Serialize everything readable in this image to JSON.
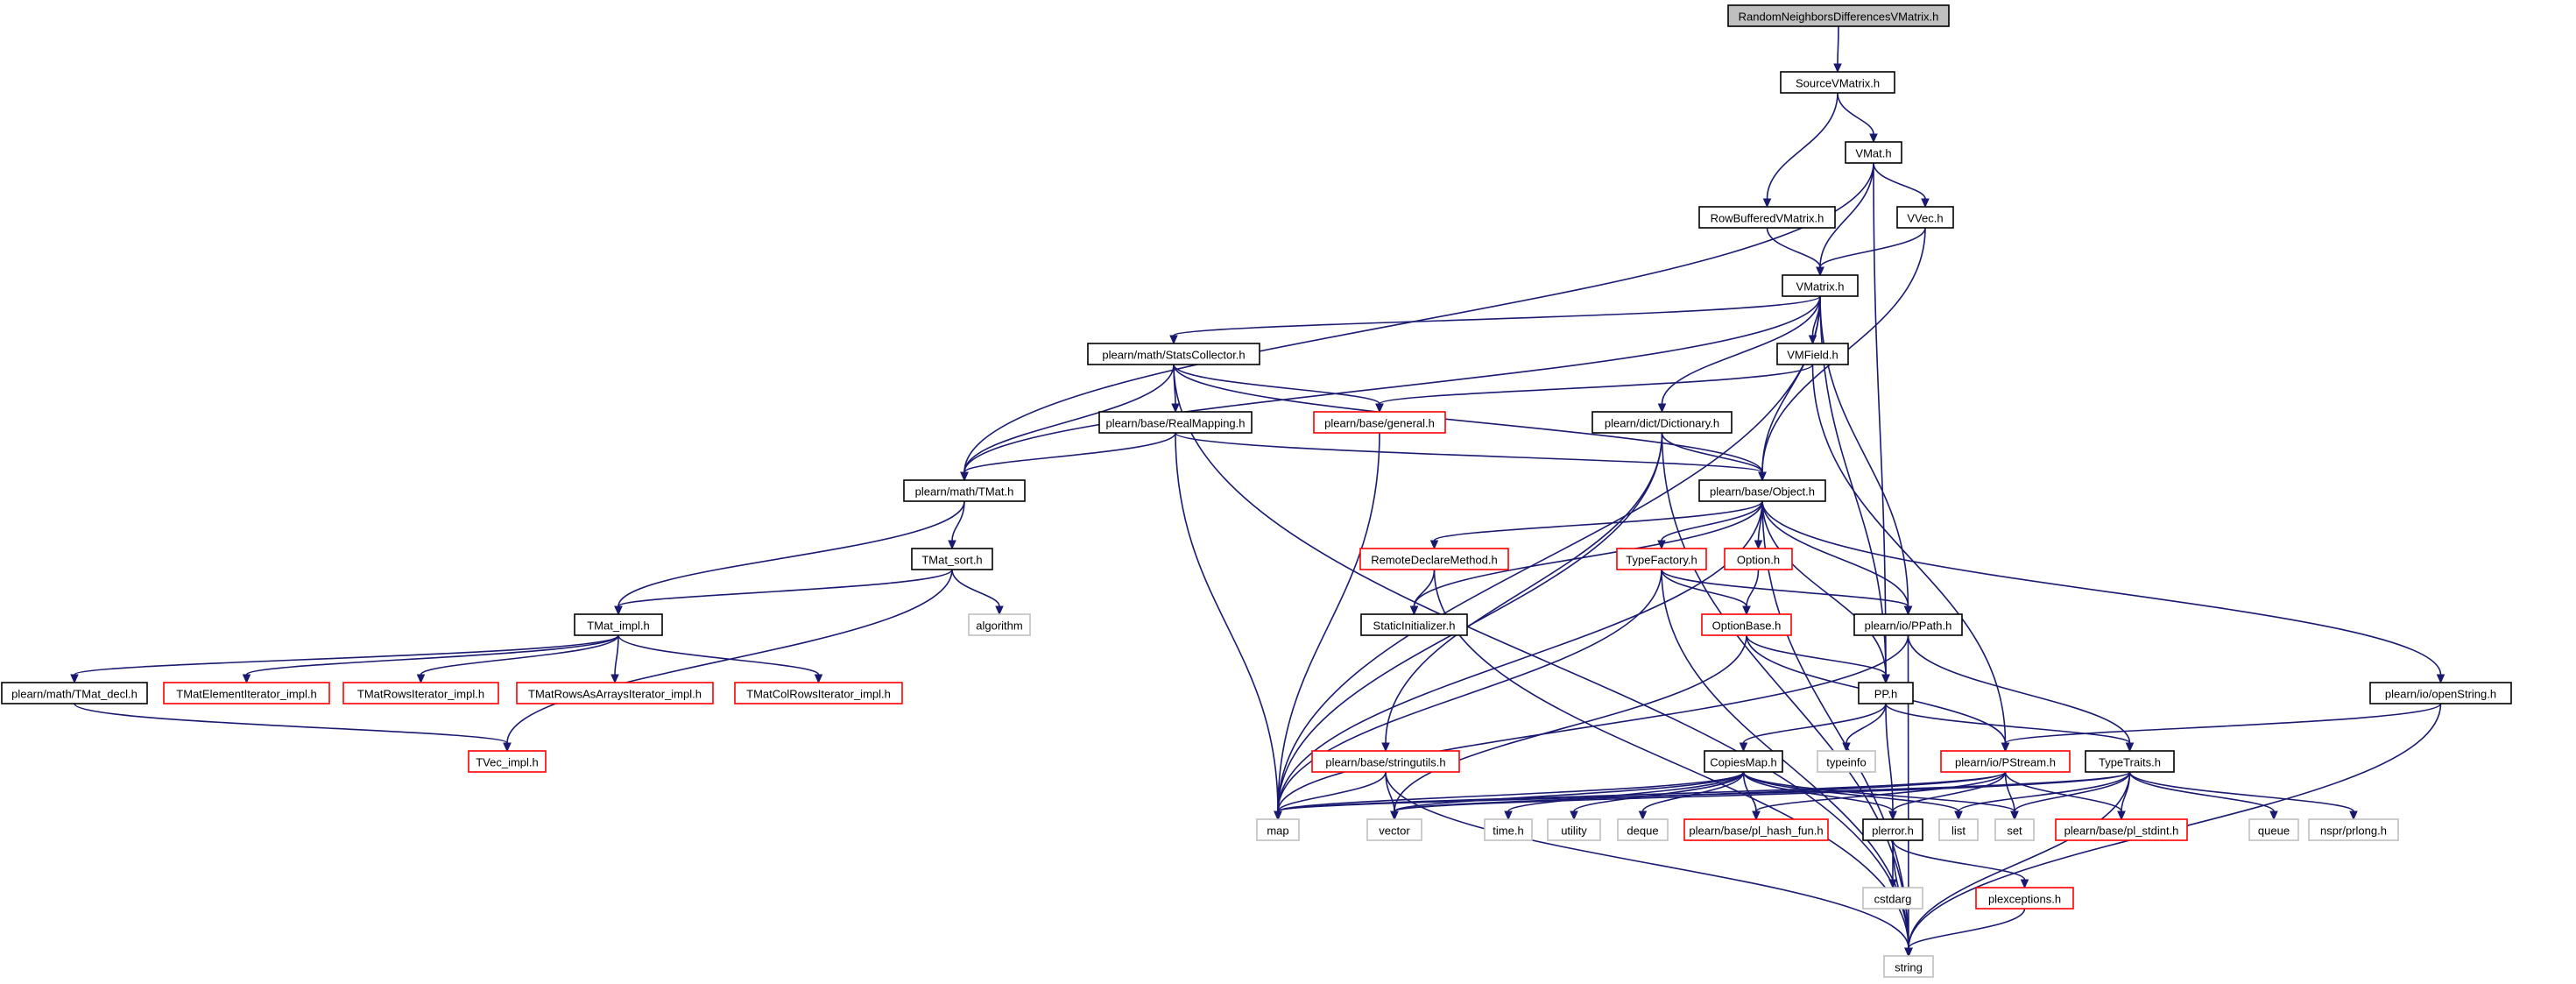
{
  "colors": {
    "edge": "#191970",
    "root_fill": "#bfbfbf",
    "documented_border": "#000000",
    "truncated_border": "#ff0000",
    "external_border": "#bfbfbf",
    "background": "#ffffff"
  },
  "nodes": [
    {
      "id": "root",
      "label": "RandomNeighborsDifferencesVMatrix.h",
      "kind": "root"
    },
    {
      "id": "sourcevmatrix",
      "label": "SourceVMatrix.h",
      "kind": "black"
    },
    {
      "id": "vmat",
      "label": "VMat.h",
      "kind": "black"
    },
    {
      "id": "rowbuffered",
      "label": "RowBufferedVMatrix.h",
      "kind": "black"
    },
    {
      "id": "vvec",
      "label": "VVec.h",
      "kind": "black"
    },
    {
      "id": "vmatrix",
      "label": "VMatrix.h",
      "kind": "black"
    },
    {
      "id": "statscollector",
      "label": "plearn/math/StatsCollector.h",
      "kind": "black"
    },
    {
      "id": "vmfield",
      "label": "VMField.h",
      "kind": "black"
    },
    {
      "id": "realmapping",
      "label": "plearn/base/RealMapping.h",
      "kind": "black"
    },
    {
      "id": "general",
      "label": "plearn/base/general.h",
      "kind": "red"
    },
    {
      "id": "dictionary",
      "label": "plearn/dict/Dictionary.h",
      "kind": "black"
    },
    {
      "id": "tmat",
      "label": "plearn/math/TMat.h",
      "kind": "black"
    },
    {
      "id": "object",
      "label": "plearn/base/Object.h",
      "kind": "black"
    },
    {
      "id": "tmatsort",
      "label": "TMat_sort.h",
      "kind": "black"
    },
    {
      "id": "algorithm",
      "label": "algorithm",
      "kind": "gray"
    },
    {
      "id": "tmatimpl",
      "label": "TMat_impl.h",
      "kind": "black"
    },
    {
      "id": "tmatdecl",
      "label": "plearn/math/TMat_decl.h",
      "kind": "black"
    },
    {
      "id": "tmatelemit",
      "label": "TMatElementIterator_impl.h",
      "kind": "red"
    },
    {
      "id": "tmatrowsit",
      "label": "TMatRowsIterator_impl.h",
      "kind": "red"
    },
    {
      "id": "tmatrowsarr",
      "label": "TMatRowsAsArraysIterator_impl.h",
      "kind": "red"
    },
    {
      "id": "tmatcolrows",
      "label": "TMatColRowsIterator_impl.h",
      "kind": "red"
    },
    {
      "id": "tvecimpl",
      "label": "TVec_impl.h",
      "kind": "red"
    },
    {
      "id": "remotedeclare",
      "label": "RemoteDeclareMethod.h",
      "kind": "red"
    },
    {
      "id": "typefactory",
      "label": "TypeFactory.h",
      "kind": "red"
    },
    {
      "id": "option",
      "label": "Option.h",
      "kind": "red"
    },
    {
      "id": "staticinit",
      "label": "StaticInitializer.h",
      "kind": "black"
    },
    {
      "id": "optionbase",
      "label": "OptionBase.h",
      "kind": "red"
    },
    {
      "id": "ppath",
      "label": "plearn/io/PPath.h",
      "kind": "black"
    },
    {
      "id": "openstring",
      "label": "plearn/io/openString.h",
      "kind": "black"
    },
    {
      "id": "pp",
      "label": "PP.h",
      "kind": "black"
    },
    {
      "id": "stringutils",
      "label": "plearn/base/stringutils.h",
      "kind": "red"
    },
    {
      "id": "copiesmap",
      "label": "CopiesMap.h",
      "kind": "black"
    },
    {
      "id": "typeinfo",
      "label": "typeinfo",
      "kind": "gray"
    },
    {
      "id": "pstream",
      "label": "plearn/io/PStream.h",
      "kind": "red"
    },
    {
      "id": "typetraits",
      "label": "TypeTraits.h",
      "kind": "black"
    },
    {
      "id": "map",
      "label": "map",
      "kind": "gray"
    },
    {
      "id": "vector",
      "label": "vector",
      "kind": "gray"
    },
    {
      "id": "timeh",
      "label": "time.h",
      "kind": "gray"
    },
    {
      "id": "utility",
      "label": "utility",
      "kind": "gray"
    },
    {
      "id": "deque",
      "label": "deque",
      "kind": "gray"
    },
    {
      "id": "hashfun",
      "label": "plearn/base/pl_hash_fun.h",
      "kind": "red"
    },
    {
      "id": "plerror",
      "label": "plerror.h",
      "kind": "black"
    },
    {
      "id": "list",
      "label": "list",
      "kind": "gray"
    },
    {
      "id": "set",
      "label": "set",
      "kind": "gray"
    },
    {
      "id": "stdint",
      "label": "plearn/base/pl_stdint.h",
      "kind": "red"
    },
    {
      "id": "queue",
      "label": "queue",
      "kind": "gray"
    },
    {
      "id": "prlong",
      "label": "nspr/prlong.h",
      "kind": "gray"
    },
    {
      "id": "cstdarg",
      "label": "cstdarg",
      "kind": "gray"
    },
    {
      "id": "plexceptions",
      "label": "plexceptions.h",
      "kind": "red"
    },
    {
      "id": "string",
      "label": "string",
      "kind": "gray"
    }
  ],
  "edges": [
    [
      "root",
      "sourcevmatrix"
    ],
    [
      "sourcevmatrix",
      "vmat"
    ],
    [
      "sourcevmatrix",
      "rowbuffered"
    ],
    [
      "vmat",
      "vvec"
    ],
    [
      "vmat",
      "vmatrix"
    ],
    [
      "vmat",
      "tmat"
    ],
    [
      "vmat",
      "pp"
    ],
    [
      "rowbuffered",
      "vmatrix"
    ],
    [
      "vvec",
      "vmatrix"
    ],
    [
      "vvec",
      "object"
    ],
    [
      "vmatrix",
      "statscollector"
    ],
    [
      "vmatrix",
      "vmfield"
    ],
    [
      "vmatrix",
      "tmat"
    ],
    [
      "vmatrix",
      "dictionary"
    ],
    [
      "vmatrix",
      "object"
    ],
    [
      "vmatrix",
      "ppath"
    ],
    [
      "vmatrix",
      "pp"
    ],
    [
      "vmatrix",
      "map"
    ],
    [
      "statscollector",
      "realmapping"
    ],
    [
      "statscollector",
      "general"
    ],
    [
      "statscollector",
      "tmat"
    ],
    [
      "statscollector",
      "object"
    ],
    [
      "statscollector",
      "string"
    ],
    [
      "vmfield",
      "general"
    ],
    [
      "vmfield",
      "pstream"
    ],
    [
      "realmapping",
      "tmat"
    ],
    [
      "realmapping",
      "object"
    ],
    [
      "realmapping",
      "map"
    ],
    [
      "general",
      "map"
    ],
    [
      "dictionary",
      "object"
    ],
    [
      "dictionary",
      "map"
    ],
    [
      "dictionary",
      "stringutils"
    ],
    [
      "dictionary",
      "string"
    ],
    [
      "tmat",
      "tmatsort"
    ],
    [
      "tmat",
      "tmatimpl"
    ],
    [
      "tmatsort",
      "algorithm"
    ],
    [
      "tmatsort",
      "tmatimpl"
    ],
    [
      "tmatsort",
      "tvecimpl"
    ],
    [
      "tmatimpl",
      "tmatdecl"
    ],
    [
      "tmatimpl",
      "tmatelemit"
    ],
    [
      "tmatimpl",
      "tmatrowsit"
    ],
    [
      "tmatimpl",
      "tmatrowsarr"
    ],
    [
      "tmatimpl",
      "tmatcolrows"
    ],
    [
      "tmatdecl",
      "tvecimpl"
    ],
    [
      "object",
      "remotedeclare"
    ],
    [
      "object",
      "typefactory"
    ],
    [
      "object",
      "option"
    ],
    [
      "object",
      "staticinit"
    ],
    [
      "object",
      "ppath"
    ],
    [
      "object",
      "openstring"
    ],
    [
      "object",
      "pp"
    ],
    [
      "object",
      "map"
    ],
    [
      "object",
      "string"
    ],
    [
      "remotedeclare",
      "staticinit"
    ],
    [
      "remotedeclare",
      "string"
    ],
    [
      "typefactory",
      "optionbase"
    ],
    [
      "typefactory",
      "ppath"
    ],
    [
      "typefactory",
      "map"
    ],
    [
      "typefactory",
      "string"
    ],
    [
      "option",
      "optionbase"
    ],
    [
      "optionbase",
      "pp"
    ],
    [
      "optionbase",
      "pstream"
    ],
    [
      "optionbase",
      "vector"
    ],
    [
      "ppath",
      "map"
    ],
    [
      "ppath",
      "typetraits"
    ],
    [
      "ppath",
      "string"
    ],
    [
      "openstring",
      "pstream"
    ],
    [
      "openstring",
      "string"
    ],
    [
      "pp",
      "copiesmap"
    ],
    [
      "pp",
      "typeinfo"
    ],
    [
      "pp",
      "plerror"
    ],
    [
      "pp",
      "typetraits"
    ],
    [
      "stringutils",
      "map"
    ],
    [
      "stringutils",
      "vector"
    ],
    [
      "stringutils",
      "string"
    ],
    [
      "copiesmap",
      "map"
    ],
    [
      "copiesmap",
      "vector"
    ],
    [
      "copiesmap",
      "timeh"
    ],
    [
      "copiesmap",
      "utility"
    ],
    [
      "copiesmap",
      "deque"
    ],
    [
      "copiesmap",
      "hashfun"
    ],
    [
      "copiesmap",
      "plerror"
    ],
    [
      "copiesmap",
      "list"
    ],
    [
      "copiesmap",
      "set"
    ],
    [
      "pstream",
      "map"
    ],
    [
      "pstream",
      "vector"
    ],
    [
      "pstream",
      "hashfun"
    ],
    [
      "pstream",
      "plerror"
    ],
    [
      "pstream",
      "set"
    ],
    [
      "pstream",
      "stdint"
    ],
    [
      "typetraits",
      "map"
    ],
    [
      "typetraits",
      "vector"
    ],
    [
      "typetraits",
      "list"
    ],
    [
      "typetraits",
      "set"
    ],
    [
      "typetraits",
      "stdint"
    ],
    [
      "typetraits",
      "queue"
    ],
    [
      "typetraits",
      "prlong"
    ],
    [
      "typetraits",
      "string"
    ],
    [
      "plerror",
      "cstdarg"
    ],
    [
      "plerror",
      "plexceptions"
    ],
    [
      "plerror",
      "string"
    ],
    [
      "plexceptions",
      "string"
    ]
  ]
}
